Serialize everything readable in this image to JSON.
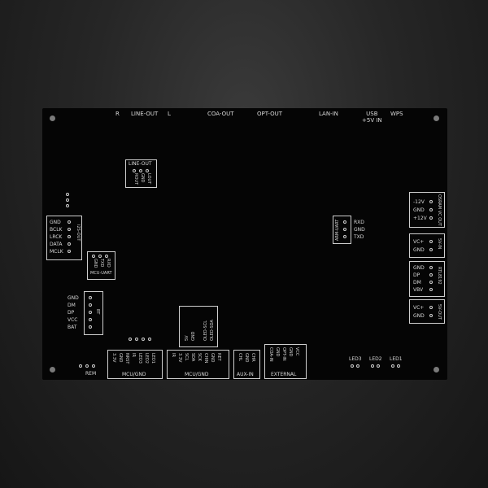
{
  "header": {
    "r": "R",
    "line_out": "LINE-OUT",
    "l": "L",
    "coa_out": "COA-OUT",
    "opt_out": "OPT-OUT",
    "lan_in": "LAN-IN",
    "usb": "USB",
    "usb_power": "+5V IN",
    "wps": "WPS"
  },
  "line_out_header": {
    "title": "LINE-OUT",
    "pins": [
      "ROUT",
      "GND",
      "LOUT"
    ]
  },
  "i2s_out": {
    "title": "I2S-OUT",
    "pins": [
      "GND",
      "BCLK",
      "LRCK",
      "DATA",
      "MCLK"
    ]
  },
  "mcu_uart": {
    "title": "MCU-UART",
    "pins": [
      "GND",
      "TXD",
      "RXD"
    ]
  },
  "bt": {
    "title": "BT",
    "pins": [
      "GND",
      "DM",
      "DP",
      "VCC",
      "BAT"
    ]
  },
  "oled": {
    "pins": [
      "5V",
      "GND",
      "OLED-SCL",
      "OLED-SDA"
    ]
  },
  "arm_uart": {
    "title": "ARM-UART",
    "pins": [
      "RXD",
      "GND",
      "TXD"
    ]
  },
  "osram_vc_out": {
    "title": "OSRAM VC OUT",
    "pins": [
      "-12V",
      "GND",
      "+12V"
    ]
  },
  "v_in": {
    "title": "5V-IN",
    "pins": [
      "VC+",
      "GND"
    ]
  },
  "rtl8192": {
    "title": "RTL8192",
    "pins": [
      "GND",
      "DP",
      "DM",
      "VBV"
    ]
  },
  "v_out": {
    "title": "5V-OUT",
    "pins": [
      "VC+",
      "GND"
    ]
  },
  "mcu_gnd_1": {
    "title": "MCU/GND",
    "pins": [
      "3.3V",
      "GND",
      "NRST",
      "IR",
      "LED3",
      "LED2",
      "LED1"
    ]
  },
  "mcu_gnd_2": {
    "title": "MCU/GND",
    "pins": [
      "IR",
      "3.3V",
      "SCL",
      "SDA",
      "SCK",
      "CHIN",
      "GND",
      "RET"
    ]
  },
  "aux_in": {
    "title": "AUX-IN",
    "pins": [
      "CHL",
      "GND",
      "CHR"
    ]
  },
  "external": {
    "title": "EXTERNAL",
    "pins": [
      "COA-IN",
      "GND",
      "OPT-IN",
      "GND",
      "VCC"
    ]
  },
  "rem": {
    "label": "REM"
  },
  "leds": [
    "LED3",
    "LED2",
    "LED1"
  ]
}
